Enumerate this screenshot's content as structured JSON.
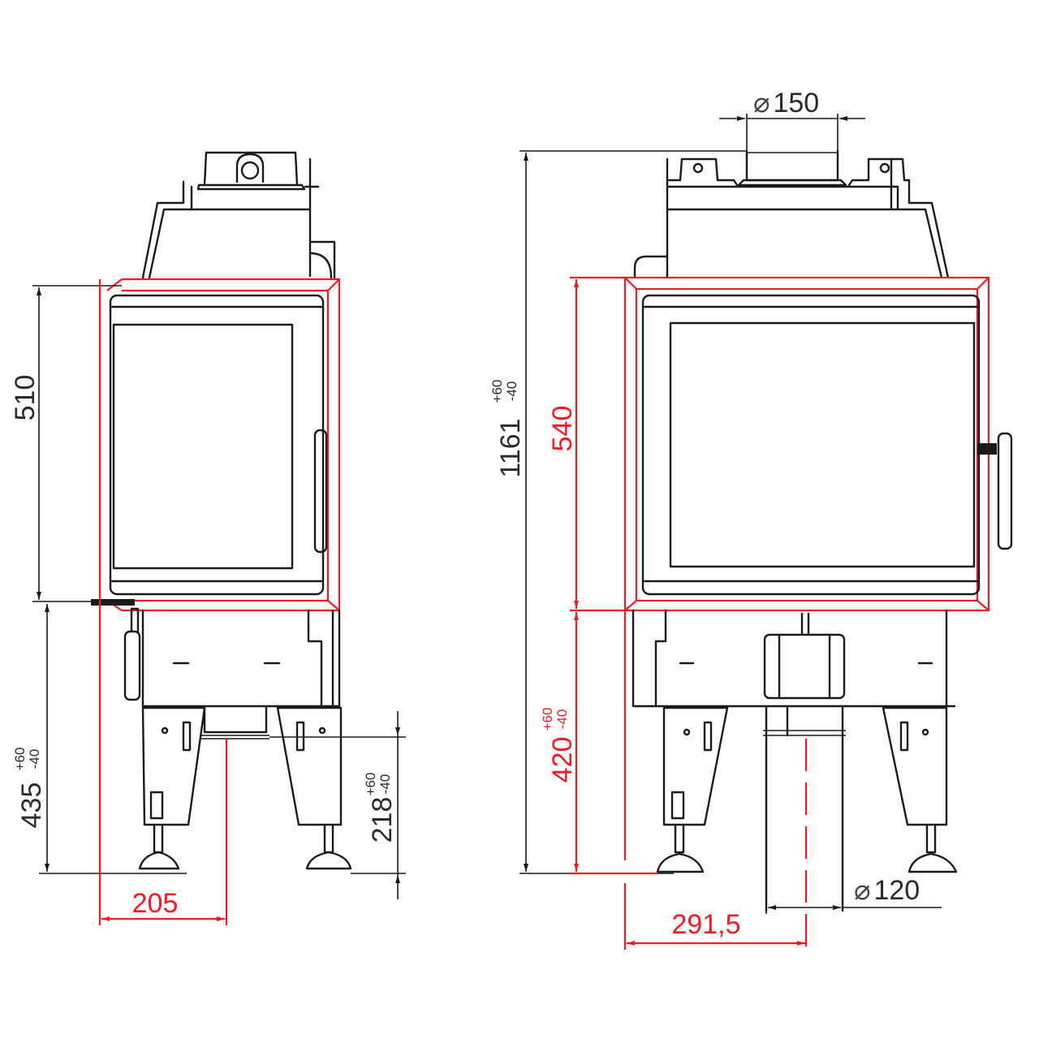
{
  "drawing": {
    "title": "Fireplace insert dimensional drawing",
    "views": [
      "side-view",
      "front-view"
    ],
    "colors": {
      "outline": "#1a1a1a",
      "highlight": "#ee1c24",
      "text": "#2b2b2b"
    }
  },
  "side_view": {
    "door_height": {
      "value": "510",
      "unit": "mm",
      "color": "black"
    },
    "base_height": {
      "value": "435",
      "tol_plus": "+60",
      "tol_minus": "-40",
      "color": "black"
    },
    "flue_outlet_height": {
      "value": "218",
      "tol_plus": "+60",
      "tol_minus": "-40",
      "color": "black"
    },
    "outlet_offset": {
      "value": "205",
      "color": "red"
    }
  },
  "front_view": {
    "total_height": {
      "value": "1161",
      "tol_plus": "+60",
      "tol_minus": "-40",
      "color": "black"
    },
    "door_height": {
      "value": "540",
      "color": "red"
    },
    "base_height": {
      "value": "420",
      "tol_plus": "+60",
      "tol_minus": "-40",
      "color": "red"
    },
    "top_flue_diameter": {
      "symbol": "⌀",
      "value": "150",
      "color": "black"
    },
    "bottom_air_diameter": {
      "symbol": "⌀",
      "value": "120",
      "color": "black"
    },
    "air_inlet_offset": {
      "value": "291,5",
      "color": "red"
    }
  }
}
